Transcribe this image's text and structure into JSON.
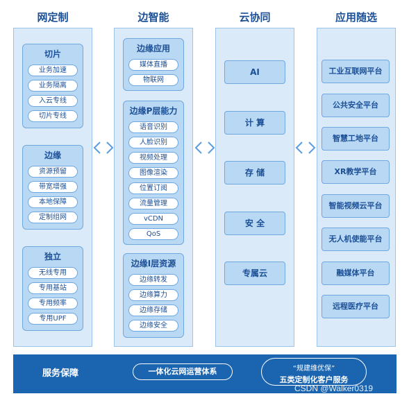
{
  "columns": {
    "net_custom": {
      "title": "网定制",
      "groups": [
        {
          "title": "切片",
          "items": [
            "业务加速",
            "业务隔离",
            "入云专线",
            "切片专线"
          ]
        },
        {
          "title": "边缘",
          "items": [
            "资源预留",
            "带宽增强",
            "本地保障",
            "定制组网"
          ]
        },
        {
          "title": "独立",
          "items": [
            "无线专用",
            "专用基站",
            "专用频率",
            "专用UPF"
          ]
        }
      ]
    },
    "edge_intel": {
      "title": "边智能",
      "groups": [
        {
          "title": "边缘应用",
          "items": [
            "媒体直播",
            "物联网"
          ]
        },
        {
          "title": "边缘P层能力",
          "items": [
            "语音识别",
            "人脸识别",
            "视频处理",
            "图像渲染",
            "位置订阅",
            "流量管理",
            "vCDN",
            "QoS"
          ]
        },
        {
          "title": "边缘I层资源",
          "items": [
            "边缘转发",
            "边缘算力",
            "边缘存储",
            "边缘安全"
          ]
        }
      ]
    },
    "cloud_collab": {
      "title": "云协同",
      "items": [
        "AI",
        "计 算",
        "存 储",
        "安 全",
        "专属云"
      ]
    },
    "app_select": {
      "title": "应用随选",
      "items": [
        "工业互联网平台",
        "公共安全平台",
        "智慧工地平台",
        "XR教学平台",
        "智能视频云平台",
        "无人机使能平台",
        "融媒体平台",
        "远程医疗平台"
      ]
    }
  },
  "footer": {
    "label": "服务保障",
    "pill1": "一体化云网运营体系",
    "pill2_line1": "“规建维优保”",
    "pill2_line2": "五类定制化客户服务"
  },
  "watermark": "CSDN @Walker0319",
  "colors": {
    "title": "#1b4f96",
    "panel": "#dbeaf9",
    "group": "#b9d8f4",
    "border": "#6fa8e0",
    "footer": "#1b64b0"
  }
}
